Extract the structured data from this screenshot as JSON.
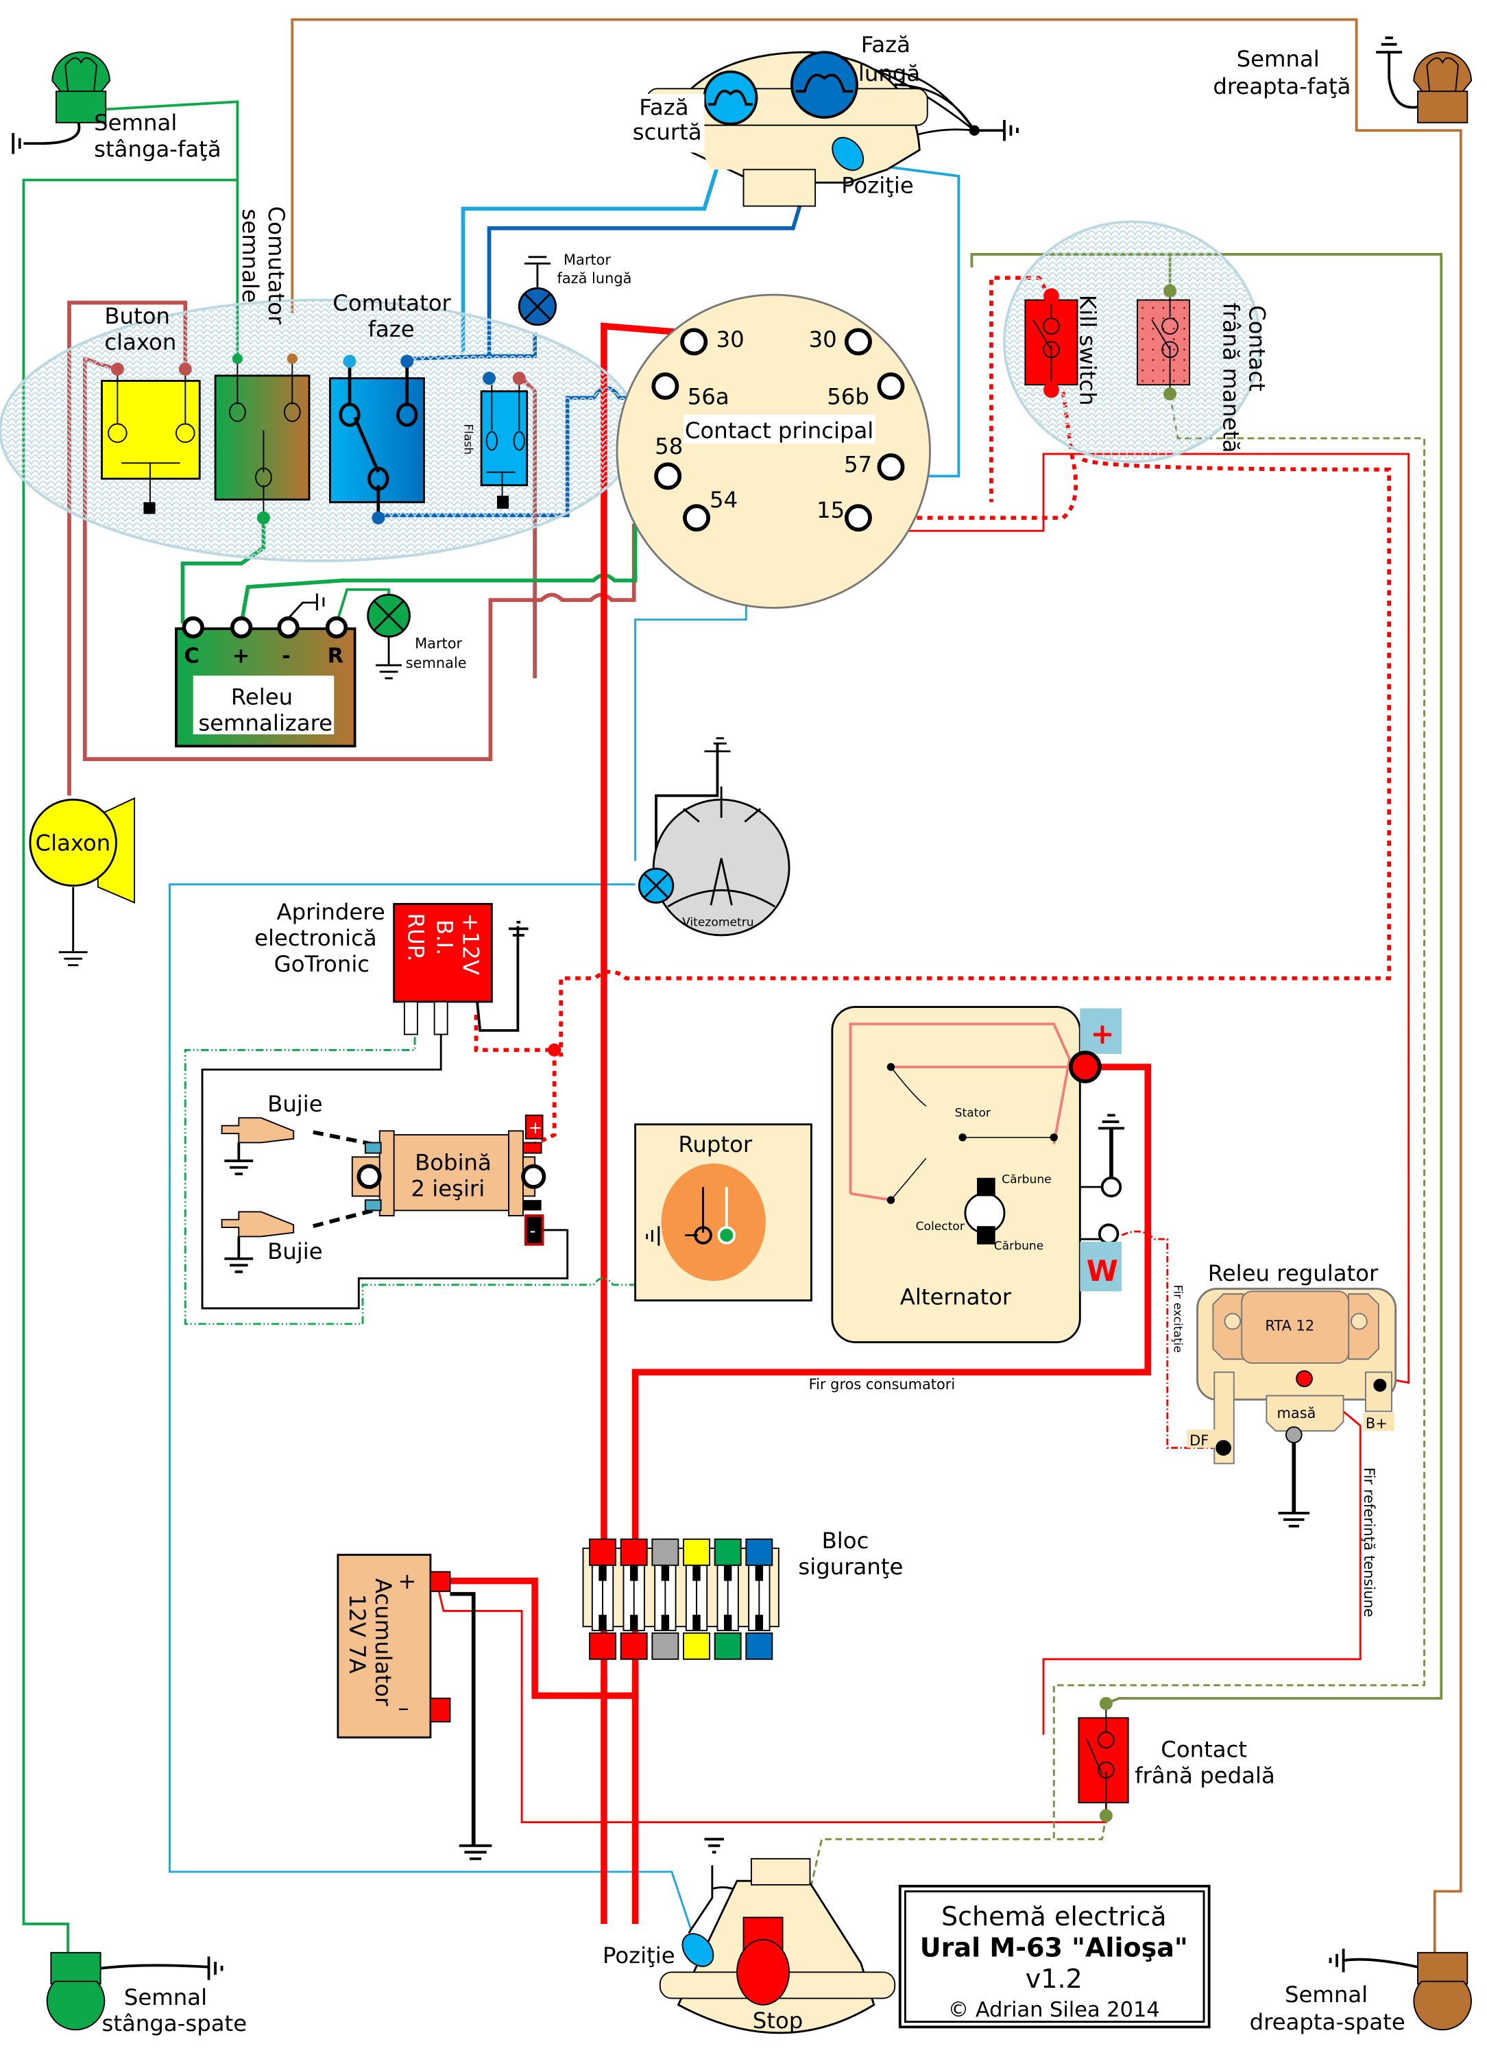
{
  "title_block": {
    "line1": "Schemă electrică",
    "line2": "Ural M-63 \"Alioşa\"",
    "version": "v1.2",
    "copyright": "© Adrian Silea 2014"
  },
  "lamps": {
    "left_front": {
      "line1": "Semnal",
      "line2": "stânga-faţă",
      "color": "#0da84a"
    },
    "right_front": {
      "line1": "Semnal",
      "line2": "dreapta-faţă",
      "color": "#b87333"
    },
    "left_rear": {
      "line1": "Semnal",
      "line2": "stânga-spate",
      "color": "#0da84a"
    },
    "right_rear": {
      "line1": "Semnal",
      "line2": "dreapta-spate",
      "color": "#b87333"
    }
  },
  "headlamp": {
    "low_beam": [
      "Fază",
      "scurtă"
    ],
    "high_beam": [
      "Fază",
      "lungă"
    ],
    "position": "Poziţie"
  },
  "handlebar_left": {
    "horn_button": [
      "Buton",
      "claxon"
    ],
    "signal_switch": [
      "Comutator",
      "semnale"
    ],
    "beam_switch": [
      "Comutator",
      "faze"
    ],
    "flash": "Flash"
  },
  "high_beam_indicator": [
    "Martor",
    "fază lungă"
  ],
  "main_contact": {
    "label": "Contact principal",
    "terminals": [
      "30",
      "30",
      "56a",
      "56b",
      "58",
      "57",
      "54",
      "15"
    ]
  },
  "handlebar_right": {
    "kill_switch": "Kill switch",
    "brake_lever": [
      "Contact",
      "frână manetă"
    ]
  },
  "signal_relay": {
    "label": [
      "Releu",
      "semnalizare"
    ],
    "pins": [
      "C",
      "+",
      "-",
      "R"
    ],
    "indicator": [
      "Martor",
      "semnale"
    ]
  },
  "horn": "Claxon",
  "speedometer": "Vitezometru",
  "ignition": {
    "label": [
      "Aprindere",
      "electronică",
      "GoTronic"
    ],
    "pins": [
      "+12V",
      "B.I.",
      "RUP."
    ]
  },
  "spark_plugs": [
    "Bujie",
    "Bujie"
  ],
  "coil": {
    "label": [
      "Bobină",
      "2 ieşiri"
    ],
    "plus": "+",
    "minus": "-"
  },
  "breaker": "Ruptor",
  "alternator": {
    "label": "Alternator",
    "stator": "Stator",
    "brush_top": "Cărbune",
    "brush_bottom": "Cărbune",
    "collector": "Colector",
    "plus": "+",
    "w": "W"
  },
  "regulator": {
    "label": "Releu regulator",
    "model": "RTA 12",
    "ground": "masă",
    "df": "DF",
    "bplus": "B+"
  },
  "wire_labels": {
    "thick": "Fir gros consumatori",
    "excitation": "Fir excitaţie",
    "reference": "Fir referinţă tensiune"
  },
  "fuse_block": {
    "label": [
      "Bloc",
      "siguranţe"
    ],
    "fuse_colors": [
      "#ff0000",
      "#ff0000",
      "#a6a6a6",
      "#ffff00",
      "#00a651",
      "#0070c0"
    ]
  },
  "battery": {
    "label": [
      "Acumulator",
      "12V 7A"
    ],
    "plus": "+",
    "minus": "–"
  },
  "brake_pedal": [
    "Contact",
    "frână pedală"
  ],
  "tail_lamp": {
    "position": "Poziţie",
    "stop": "Stop"
  }
}
